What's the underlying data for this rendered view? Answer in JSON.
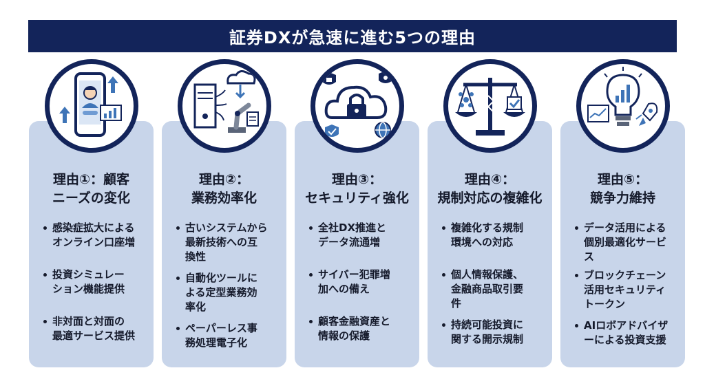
{
  "page": {
    "title": "証券DXが急速に進む5つの理由"
  },
  "colors": {
    "navy": "#13245a",
    "card_bg": "#c8d5ea",
    "accent_blue": "#3e74b7"
  },
  "cards": [
    {
      "icon": "smartphone-user-icon",
      "title_lines": [
        "理由①：顧客",
        "ニーズの変化"
      ],
      "bullets": [
        [
          "感染症拡大による",
          "オンライン口座増"
        ],
        [
          "投資シミュレー",
          "ション機能提供"
        ],
        [
          "非対面と対面の",
          "最適サービス提供"
        ]
      ]
    },
    {
      "icon": "server-robot-arm-icon",
      "title_lines": [
        "理由②：",
        "業務効率化"
      ],
      "bullets": [
        [
          "古いシステムから",
          "最新技術への互",
          "換性"
        ],
        [
          "自動化ツールに",
          "よる定型業務効",
          "率化"
        ],
        [
          "ペーパーレス事",
          "務処理電子化"
        ]
      ]
    },
    {
      "icon": "cloud-lock-icon",
      "title_lines": [
        "理由③：",
        "セキュリティ強化"
      ],
      "bullets": [
        [
          "全社DX推進と",
          "データ流通増"
        ],
        [
          "サイバー犯罪増",
          "加への備え"
        ],
        [
          "顧客金融資産と",
          "情報の保護"
        ]
      ]
    },
    {
      "icon": "balance-scale-icon",
      "title_lines": [
        "理由④：",
        "規制対応の複雑化"
      ],
      "bullets": [
        [
          "複雑化する規制",
          "環境への対応"
        ],
        [
          "個人情報保護、",
          "金融商品取引要",
          "件"
        ],
        [
          "持続可能投資に",
          "関する開示規制"
        ]
      ]
    },
    {
      "icon": "lightbulb-rocket-icon",
      "title_lines": [
        "理由⑤：",
        "競争力維持"
      ],
      "bullets": [
        [
          "データ活用による",
          "個別最適化サービ",
          "ス"
        ],
        [
          "ブロックチェーン",
          "活用セキュリティ",
          "トークン"
        ],
        [
          "AIロボアドバイザ",
          "ーによる投資支援"
        ]
      ]
    }
  ]
}
